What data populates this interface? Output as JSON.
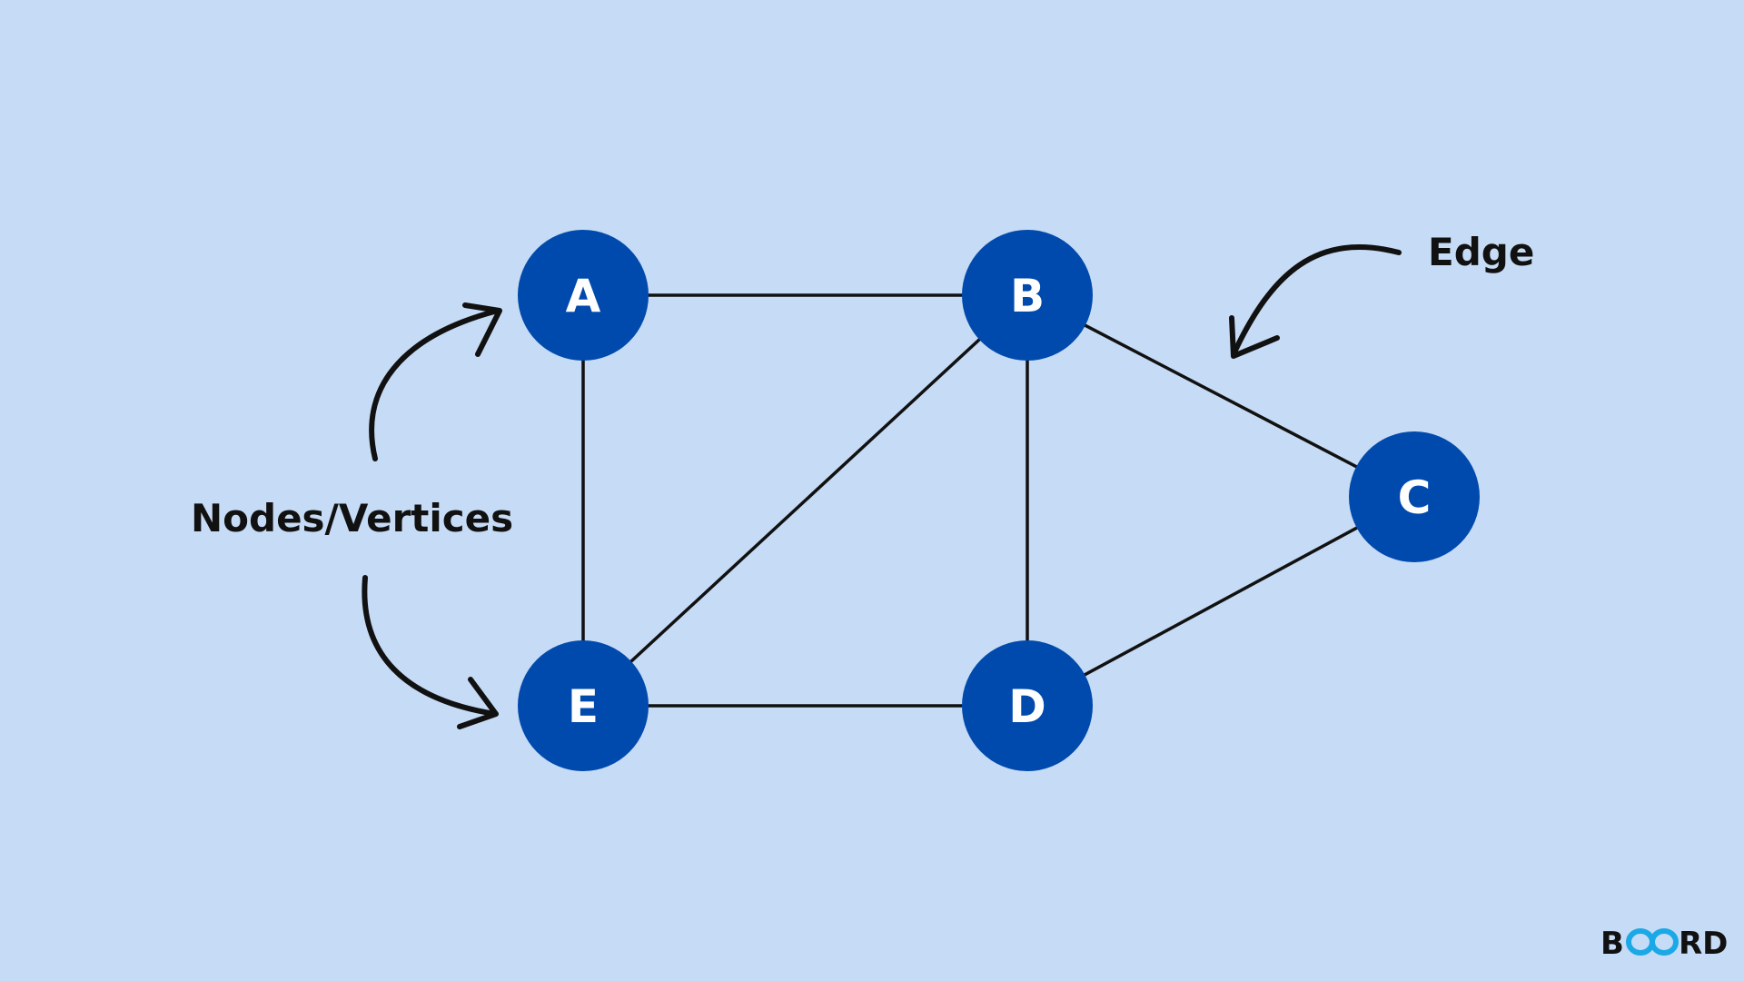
{
  "colors": {
    "background": "#c6dbf5",
    "node_fill": "#014aad",
    "node_text": "#ffffff",
    "edge_stroke": "#111111",
    "annotation_text": "#111111",
    "logo_accent": "#1aa9e6"
  },
  "nodes": [
    {
      "id": "A",
      "label": "A"
    },
    {
      "id": "B",
      "label": "B"
    },
    {
      "id": "C",
      "label": "C"
    },
    {
      "id": "D",
      "label": "D"
    },
    {
      "id": "E",
      "label": "E"
    }
  ],
  "edges": [
    {
      "from": "A",
      "to": "B"
    },
    {
      "from": "A",
      "to": "E"
    },
    {
      "from": "B",
      "to": "E"
    },
    {
      "from": "B",
      "to": "D"
    },
    {
      "from": "B",
      "to": "C"
    },
    {
      "from": "C",
      "to": "D"
    },
    {
      "from": "E",
      "to": "D"
    }
  ],
  "annotations": {
    "nodes_vertices": "Nodes/Vertices",
    "edge": "Edge"
  },
  "logo": {
    "text": "BOARD",
    "icon": "infinity-icon"
  }
}
